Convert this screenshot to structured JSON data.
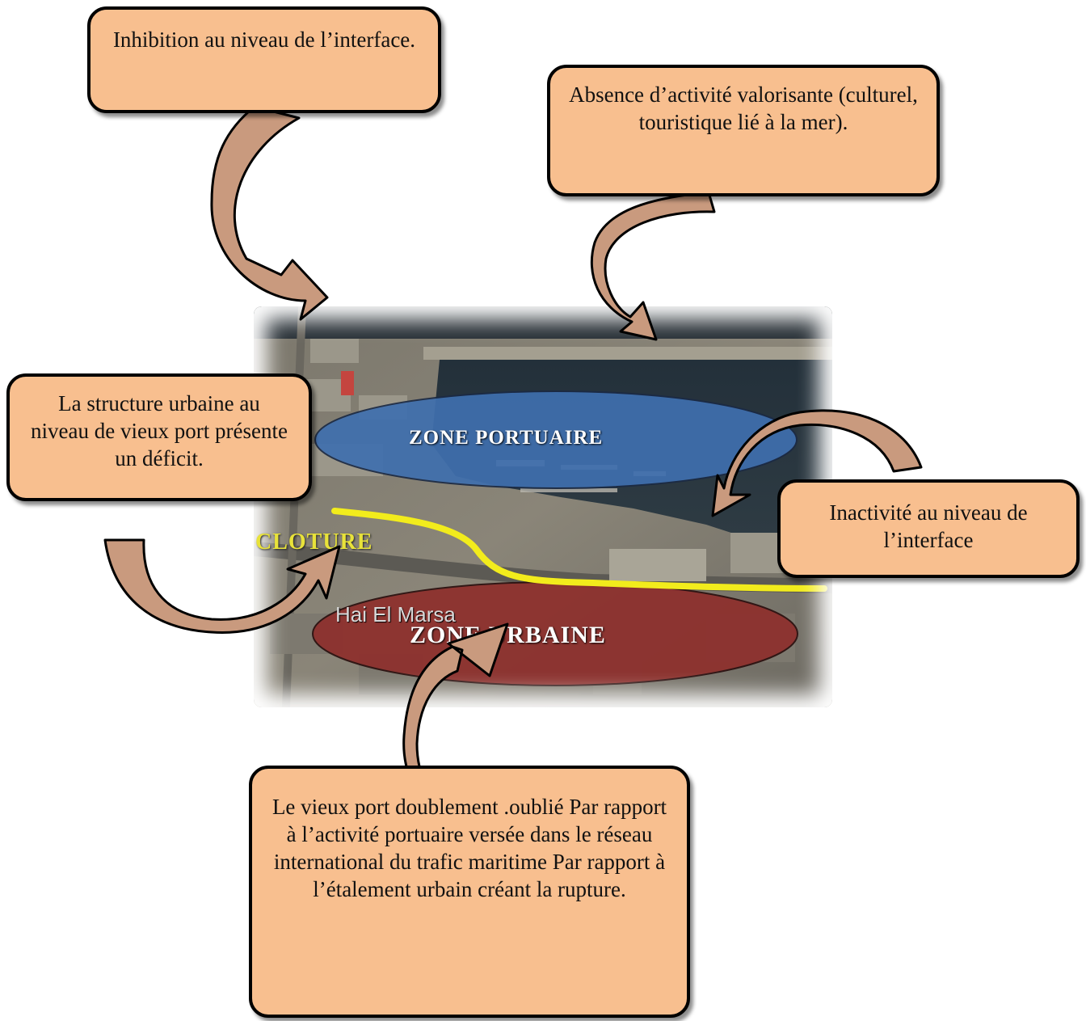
{
  "callouts": {
    "inhibition": "Inhibition au niveau de l’interface.",
    "absence": "Absence d’activité valorisante (culturel, touristique lié à la mer).",
    "structure": "La structure urbaine au niveau de vieux port présente un déficit.",
    "inactivite": "Inactivité au niveau de l’interface",
    "vieux_port": "Le vieux port doublement .oublié Par rapport à l’activité portuaire versée dans le réseau international du trafic maritime Par rapport à l’étalement urbain créant la rupture."
  },
  "map": {
    "zone_portuaire": "ZONE PORTUAIRE",
    "zone_urbaine": "ZONE URBAINE",
    "cloture": "CLOTURE",
    "place_name": "Hai El Marsa"
  },
  "colors": {
    "callout_fill": "#f8bf8f",
    "arrow_fill": "#c99a7e",
    "zone_portuaire_fill": "#3f6fae",
    "zone_urbaine_fill": "#8e2f2c",
    "cloture_line": "#f2ec1c"
  }
}
